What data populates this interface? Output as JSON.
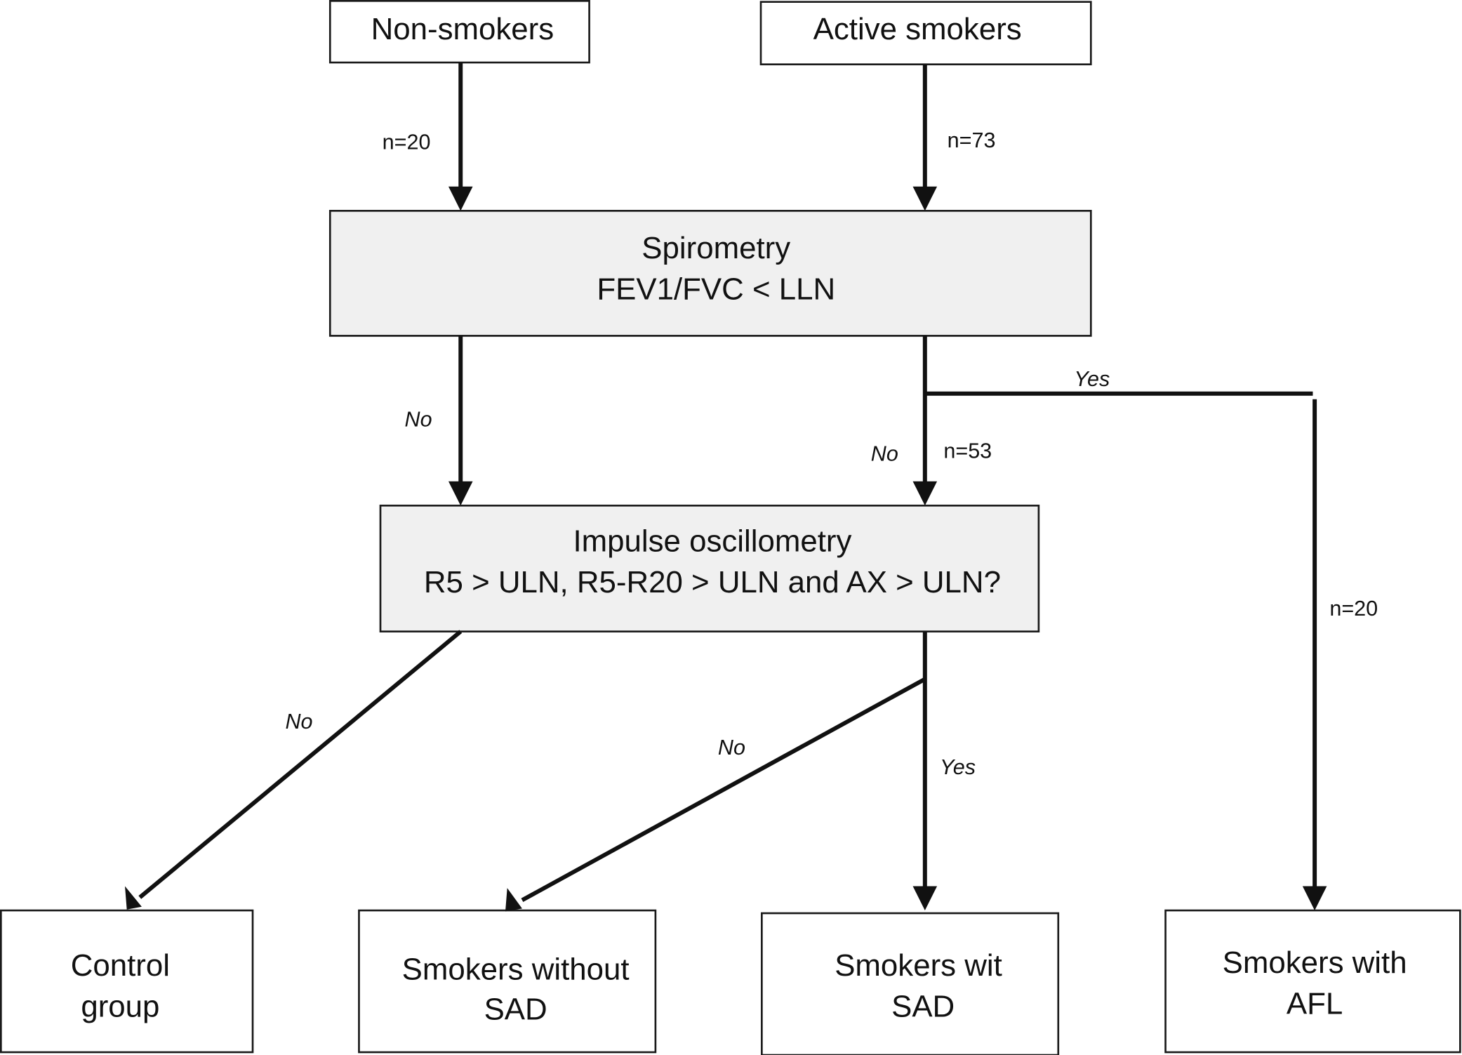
{
  "diagram": {
    "type": "flowchart",
    "nodes": {
      "non_smokers": {
        "lines": [
          "Non-smokers"
        ]
      },
      "active_smokers": {
        "lines": [
          "Active smokers"
        ]
      },
      "spirometry": {
        "lines": [
          "Spirometry",
          "FEV1/FVC < LLN"
        ]
      },
      "impulse_oscillometry": {
        "lines": [
          "Impulse oscillometry",
          "R5 > ULN, R5-R20 > ULN and AX > ULN?"
        ]
      },
      "control_group": {
        "lines": [
          "Control",
          "group"
        ]
      },
      "smokers_without_sad": {
        "lines": [
          "Smokers without",
          "SAD"
        ]
      },
      "smokers_with_sad": {
        "lines": [
          "Smokers wit",
          "SAD"
        ]
      },
      "smokers_with_afl": {
        "lines": [
          "Smokers with",
          "AFL"
        ]
      }
    },
    "edges": [
      {
        "from": "non_smokers",
        "to": "spirometry",
        "label": "n=20"
      },
      {
        "from": "active_smokers",
        "to": "spirometry",
        "label": "n=73"
      },
      {
        "from": "spirometry",
        "to": "impulse_oscillometry",
        "label": "No",
        "note": "non-smokers branch"
      },
      {
        "from": "spirometry",
        "to": "impulse_oscillometry",
        "label": "No",
        "count": "n=53",
        "note": "smokers branch"
      },
      {
        "from": "spirometry",
        "to": "smokers_with_afl",
        "label": "Yes",
        "count": "n=20"
      },
      {
        "from": "impulse_oscillometry",
        "to": "control_group",
        "label": "No"
      },
      {
        "from": "impulse_oscillometry",
        "to": "smokers_without_sad",
        "label": "No"
      },
      {
        "from": "impulse_oscillometry",
        "to": "smokers_with_sad",
        "label": "Yes"
      }
    ]
  },
  "labels": {
    "n20_nonsmokers": "n=20",
    "n73": "n=73",
    "no_left": "No",
    "no_mid": "No",
    "n53": "n=53",
    "yes_afl": "Yes",
    "n20_afl": "n=20",
    "no_control": "No",
    "no_without_sad": "No",
    "yes_with_sad": "Yes"
  }
}
